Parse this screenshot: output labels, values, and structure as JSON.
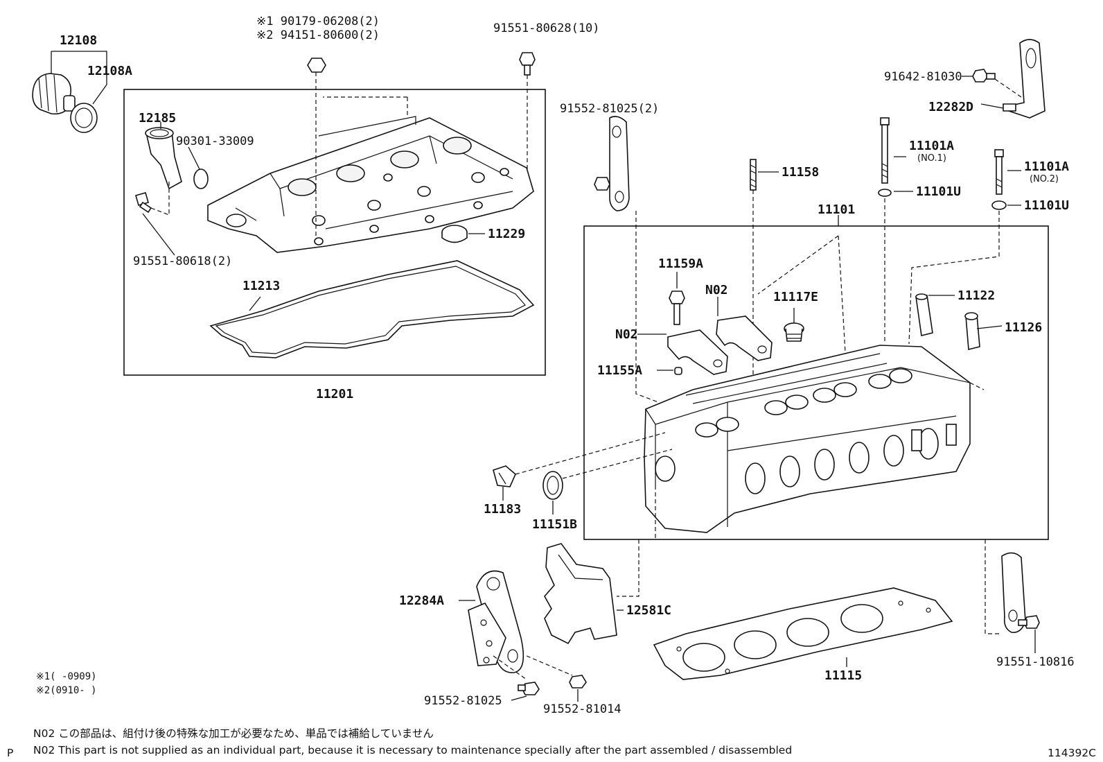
{
  "labels": {
    "p12108": "12108",
    "p12108A": "12108A",
    "p12185": "12185",
    "p90301": "90301-33009",
    "p90179": "※1 90179-06208(2)",
    "p94151": "※2 94151-80600(2)",
    "p91551_628": "91551-80628(10)",
    "p91552_25_2": "91552-81025(2)",
    "p91642": "91642-81030",
    "p12282D": "12282D",
    "p11101A_1": "11101A",
    "no1": "(NO.1)",
    "p11101A_2": "11101A",
    "no2": "(NO.2)",
    "p11158": "11158",
    "p11101U_1": "11101U",
    "p11101U_2": "11101U",
    "p11101": "11101",
    "p11229": "11229",
    "p91551_618": "91551-80618(2)",
    "p11213": "11213",
    "p11201": "11201",
    "p11159A": "11159A",
    "n02_a": "N02",
    "n02_b": "N02",
    "p11117E": "11117E",
    "p11122": "11122",
    "p11126": "11126",
    "p11155A": "11155A",
    "p11183": "11183",
    "p11151B": "11151B",
    "p12284A": "12284A",
    "p12581C": "12581C",
    "p11115": "11115",
    "p91551_816": "91551-10816",
    "p91552_25": "91552-81025",
    "p91552_14": "91552-81014"
  },
  "footnotes": {
    "mark1": "※1(     -0909)",
    "mark2": "※2(0910-     )",
    "note_jp": "N02  この部品は、組付け後の特殊な加工が必要なため、単品では補給していません",
    "note_en": "N02  This part is not supplied as an individual part, because it is necessary to maintenance specially after the part assembled / disassembled",
    "corner_left": "P",
    "diagram_id": "114392C"
  }
}
